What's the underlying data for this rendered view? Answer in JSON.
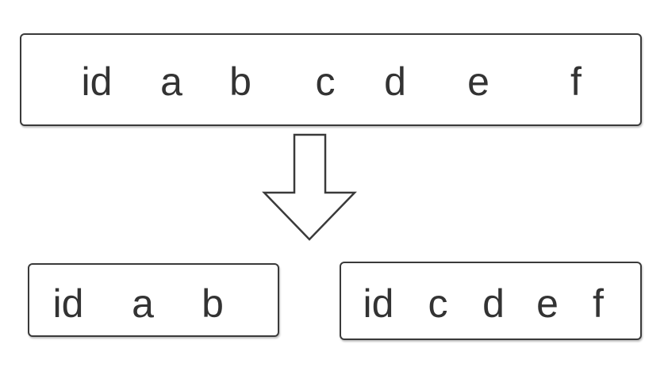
{
  "source_table": {
    "columns": [
      "id",
      "a",
      "b",
      "c",
      "d",
      "e",
      "f"
    ]
  },
  "left_table": {
    "columns": [
      "id",
      "a",
      "b"
    ]
  },
  "right_table": {
    "columns": [
      "id",
      "c",
      "d",
      "e",
      "f"
    ]
  },
  "arrow_icon": "down-arrow-outline"
}
